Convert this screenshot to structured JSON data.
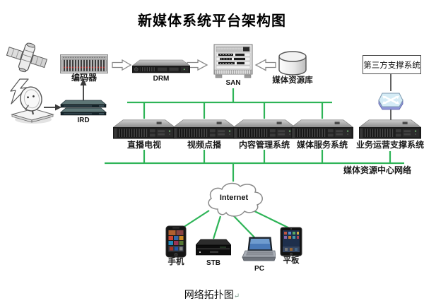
{
  "title": "新媒体系统平台架构图",
  "caption": "网络拓扑图",
  "caption_mark": "↵",
  "chain": {
    "encoder": "编码器",
    "drm": "DRM",
    "san": "SAN",
    "media_library": "媒体资源库",
    "third_party": "第三方支撑系统",
    "ird": "IRD"
  },
  "servers": [
    {
      "label": "直播电视"
    },
    {
      "label": "视频点播"
    },
    {
      "label": "内容管理系统"
    },
    {
      "label": "媒体服务系统"
    },
    {
      "label": "业务运营支撑系统"
    }
  ],
  "network_label": "媒体资源中心网络",
  "internet_label": "Internet",
  "terminals": [
    {
      "label": "手机"
    },
    {
      "label": "STB"
    },
    {
      "label": "PC"
    },
    {
      "label": "平板"
    }
  ],
  "colors": {
    "bus_green": "#2eb457",
    "line_dark": "#3a3a3a",
    "accent_red": "#cc2222"
  }
}
